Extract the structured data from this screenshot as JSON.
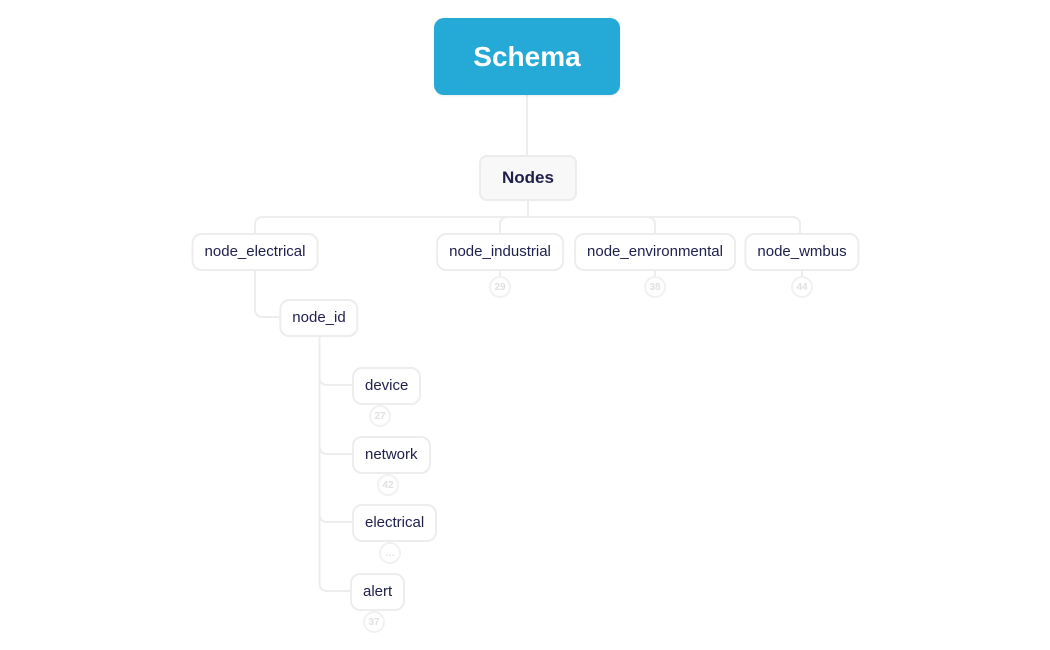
{
  "diagram": {
    "root": {
      "label": "Schema"
    },
    "nodes": {
      "nodes_group": {
        "label": "Nodes"
      },
      "node_electrical": {
        "label": "node_electrical"
      },
      "node_industrial": {
        "label": "node_industrial",
        "badge": "29"
      },
      "node_environmental": {
        "label": "node_environmental",
        "badge": "38"
      },
      "node_wmbus": {
        "label": "node_wmbus",
        "badge": "44"
      },
      "node_id": {
        "label": "node_id"
      },
      "device": {
        "label": "device",
        "badge": "27"
      },
      "network": {
        "label": "network",
        "badge": "42"
      },
      "electrical": {
        "label": "electrical",
        "badge": "…"
      },
      "alert": {
        "label": "alert",
        "badge": "37"
      }
    },
    "colors": {
      "root_fill": "#25A9D6",
      "root_text": "#ffffff",
      "node_text": "#20204E",
      "connector": "#ededed",
      "node_border": "#ededed",
      "group_fill": "#f8f8f8",
      "badge_border": "#f1f1f1",
      "badge_text": "#e0e0e0"
    }
  }
}
